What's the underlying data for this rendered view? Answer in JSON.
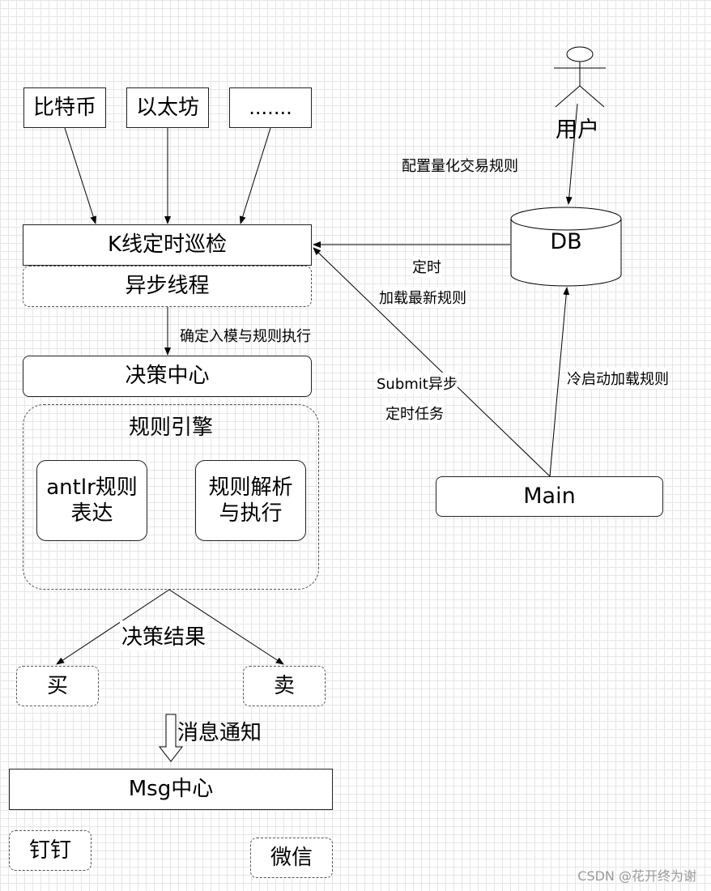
{
  "sources": {
    "bitcoin": "比特币",
    "ethereum": "以太坊",
    "more": "......."
  },
  "kline_patrol": "K线定时巡检",
  "async_thread": "异步线程",
  "edge_enter_model": "确定入模与规则执行",
  "decision_center": "决策中心",
  "rule_engine": {
    "title": "规则引擎",
    "antlr": "antlr规则表达",
    "parse": "规则解析与执行"
  },
  "decision_result": "决策结果",
  "buy": "买",
  "sell": "卖",
  "notify": "消息通知",
  "msg_center": "Msg中心",
  "dingtalk": "钉钉",
  "wechat": "微信",
  "user": "用户",
  "edge_config_rules": "配置量化交易规则",
  "db": "DB",
  "edge_timer": "定时",
  "edge_load_latest": "加载最新规则",
  "edge_submit_async": "Submit异步",
  "edge_timer_task": "定时任务",
  "edge_cold_start": "冷启动加载规则",
  "main": "Main",
  "watermark": "CSDN @花开终为谢"
}
